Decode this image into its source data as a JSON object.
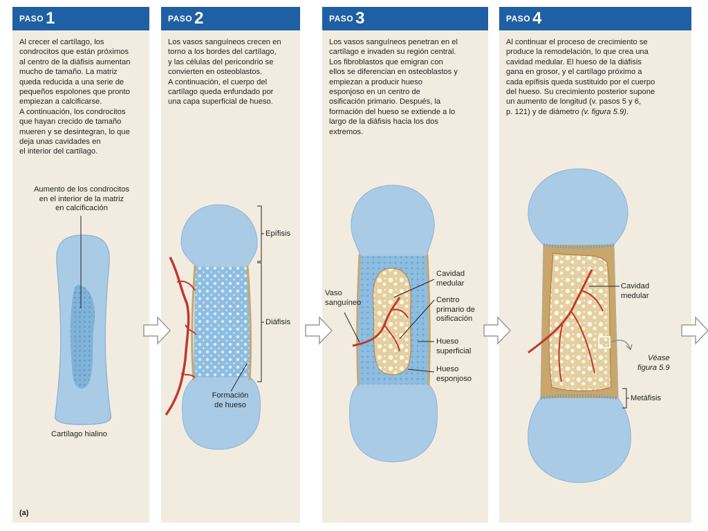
{
  "steps": [
    {
      "word": "PASO",
      "number": "1",
      "text": "Al crecer el cartílago, los\ncondrocitos que están próximos\nal centro de la diáfisis aumentan\nmucho de tamaño. La matriz\nqueda reducida a una serie de\npequeños espolones que pronto\nempiezan a calcificarse.\nA continuación, los condrocitos\nque hayan crecido de tamaño\nmueren y se desintegran, lo que\ndeja unas cavidades en\nel interior del cartílago.",
      "labels": {
        "enlarged_chondrocytes": "Aumento de los condrocitos\nen el interior de la matriz\nen calcificación",
        "hyaline_cartilage": "Cartílago hialino"
      }
    },
    {
      "word": "PASO",
      "number": "2",
      "text": "Los vasos sanguíneos crecen en\ntorno a los bordes del cartílago,\ny las células del pericondrio se\nconvierten en osteoblastos.\nA continuación, el cuerpo del\ncartílago queda enfundado por\nuna capa superficial de hueso.",
      "labels": {
        "epiphysis": "Epífisis",
        "diaphysis": "Diáfisis",
        "bone_formation": "Formación\nde hueso"
      }
    },
    {
      "word": "PASO",
      "number": "3",
      "text": "Los vasos sanguíneos penetran en el\ncartílago e invaden su región central.\nLos fibroblastos que emigran con\nellos se diferencian en osteoblastos y\nempiezan a producir hueso\nesponjoso en un centro de\nosificación primario. Después, la\nformación del hueso se extiende a lo\nlargo de la diáfisis hacia los dos\nextremos.",
      "labels": {
        "medullary_cavity": "Cavidad\nmedular",
        "blood_vessel": "Vaso\nsanguíneo",
        "primary_center": "Centro\nprimario de\nosificación",
        "superficial_bone": "Hueso\nsuperficial",
        "spongy_bone": "Hueso\nesponjoso"
      }
    },
    {
      "word": "PASO",
      "number": "4",
      "text": "Al continuar el proceso de crecimiento se\nproduce la remodelación, lo que crea una\ncavidad medular. El hueso de la diáfisis\ngana en grosor, y el cartílago próximo a\ncada epífisis queda sustituido por el cuerpo\ndel hueso. Su crecimiento posterior supone\nun aumento de longitud (v. pasos 5 y 6,\np. 121) y de diámetro ",
      "text_ref": "(v. figura 5.9)",
      "text_end": ".",
      "labels": {
        "medullary_cavity": "Cavidad\nmedular",
        "see_figure": "Véase\nfigura 5.9",
        "metaphysis": "Metáfisis"
      }
    }
  ],
  "figure_letter": "(a)",
  "colors": {
    "header_blue": "#1f5fa3",
    "panel_bg": "#f2ece0",
    "cartilage_blue": "#a9cbe6",
    "calcified_blue": "#7fb3d8",
    "bone_brown": "#c9a66b",
    "vessel_red": "#c0392b"
  },
  "icons": [
    "right-arrow-icon"
  ]
}
